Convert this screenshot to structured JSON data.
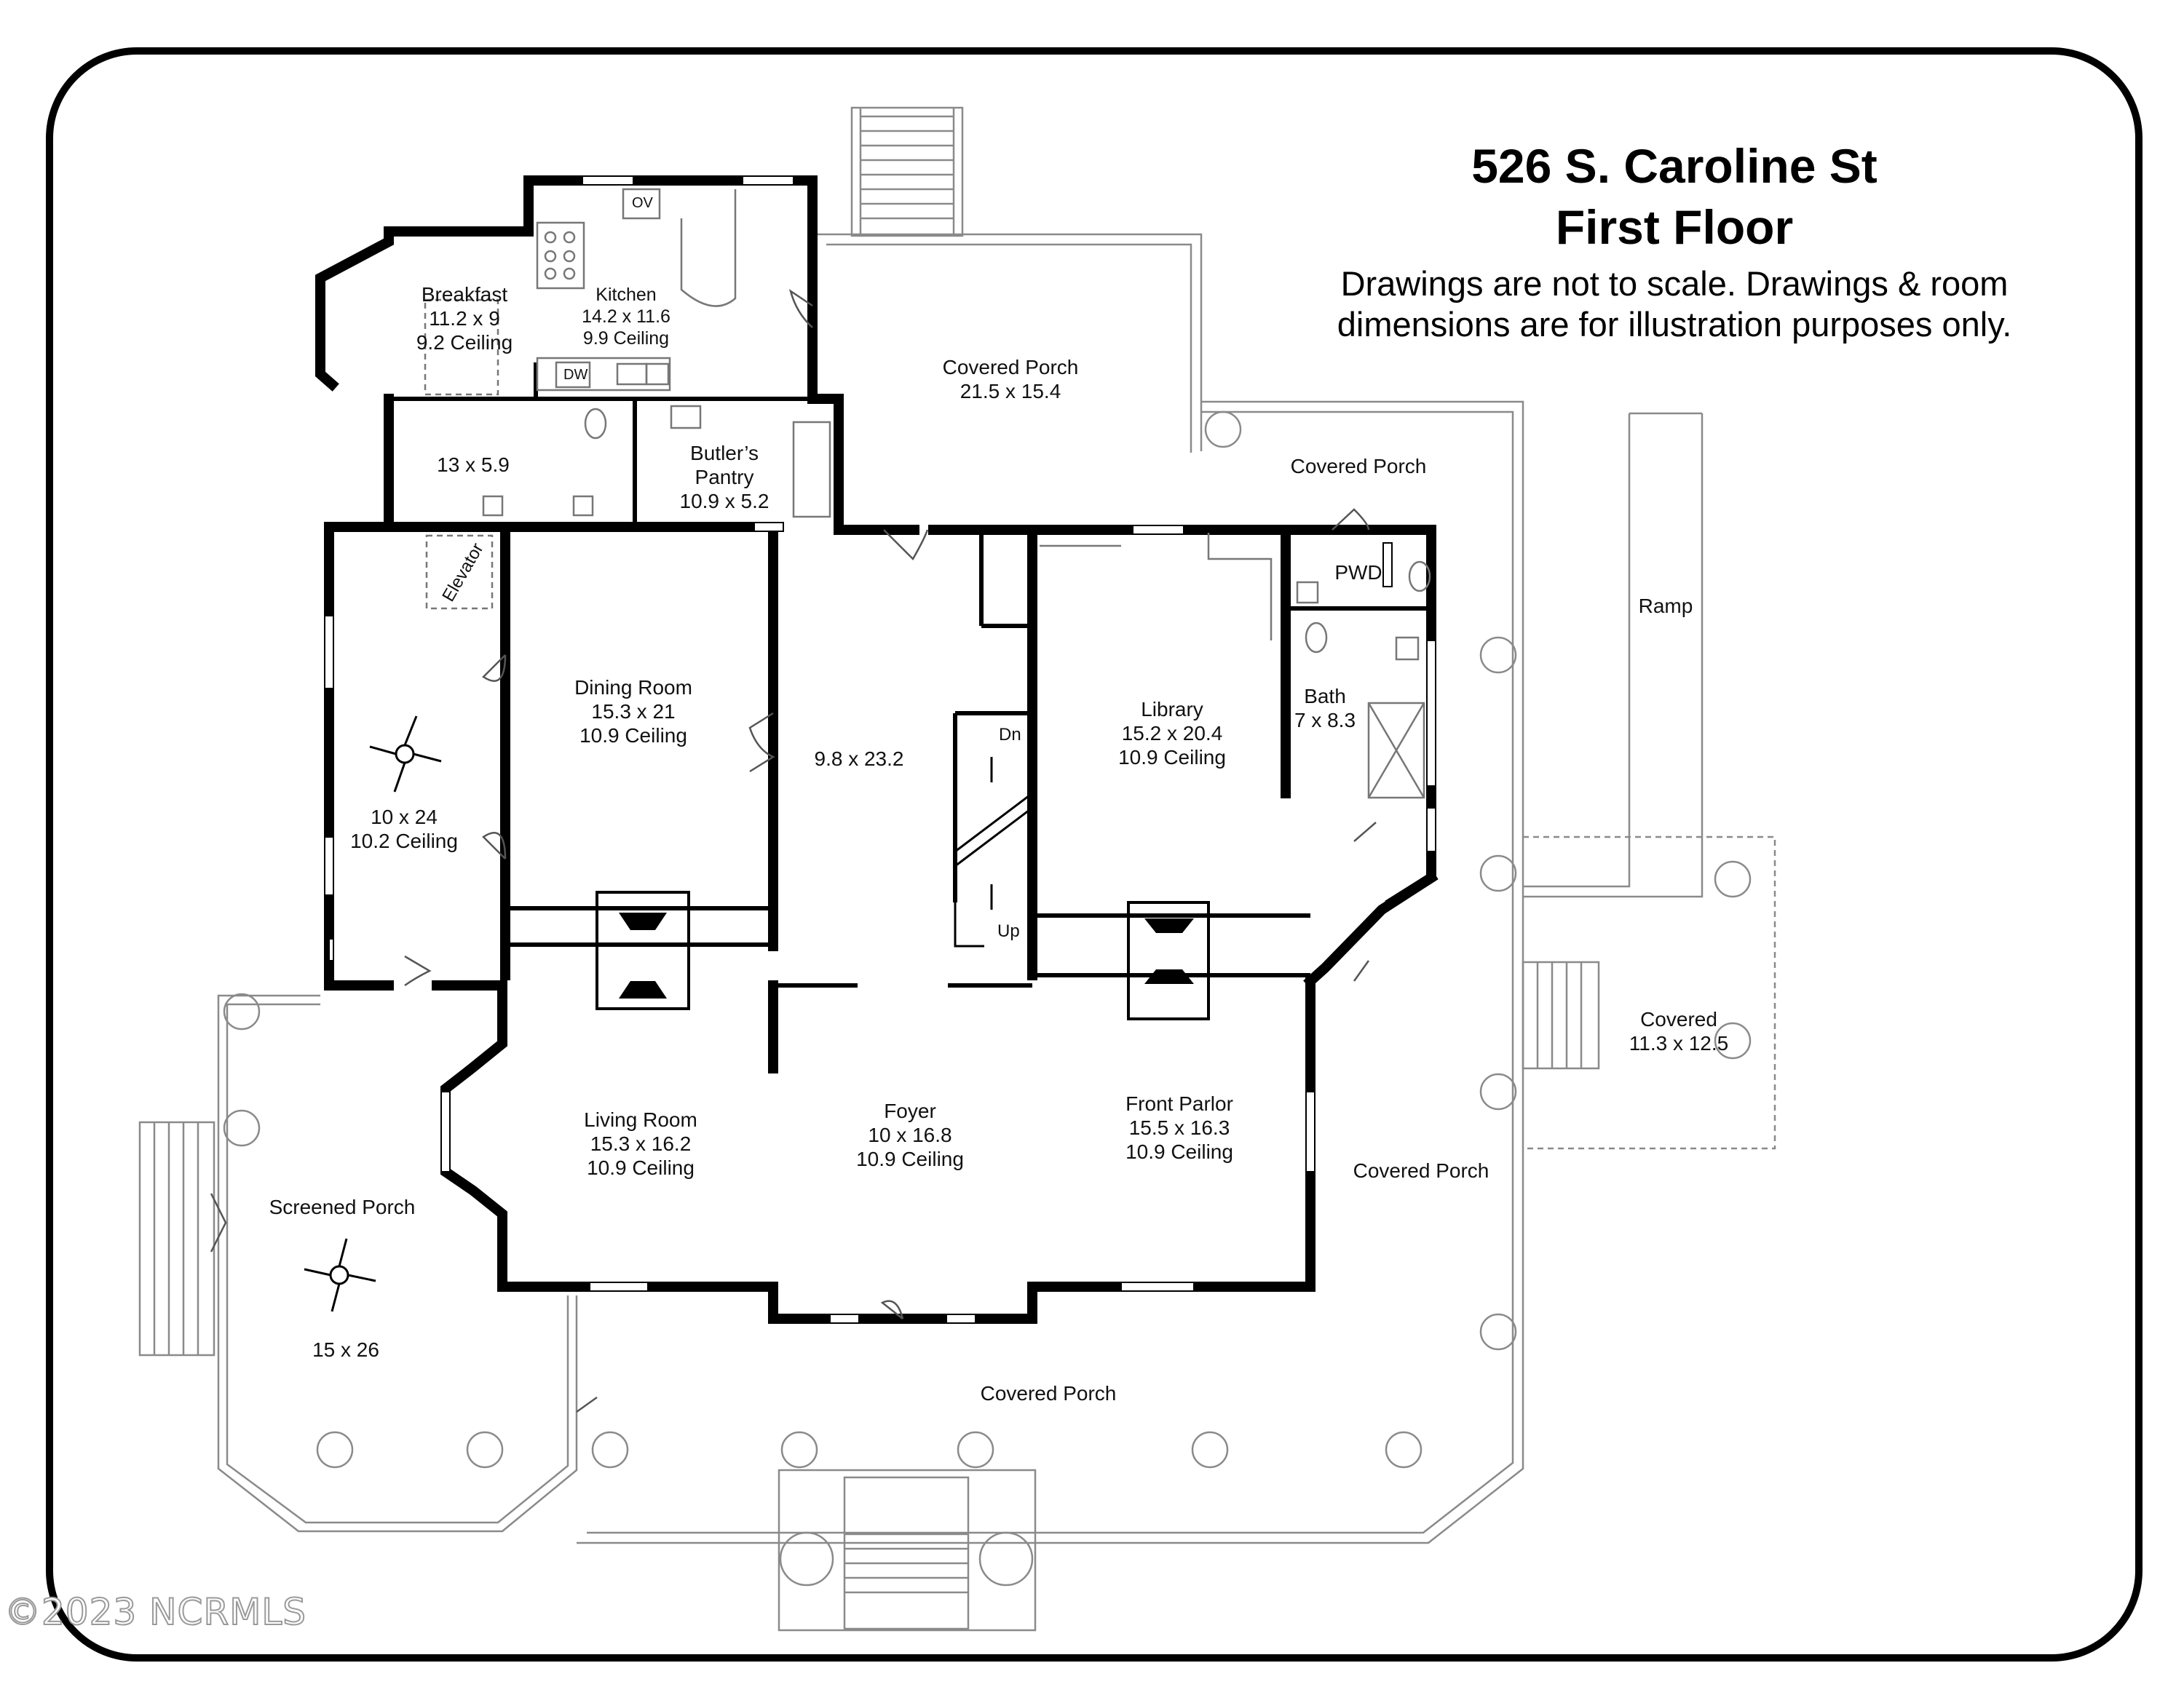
{
  "title": {
    "line1": "526 S. Caroline St",
    "line2": "First Floor",
    "disclaimer1": "Drawings are not to scale. Drawings & room",
    "disclaimer2": "dimensions are for illustration purposes only."
  },
  "rooms": {
    "breakfast": {
      "name": "Breakfast",
      "dims": "11.2 x 9",
      "ceiling": "9.2 Ceiling"
    },
    "kitchen": {
      "name": "Kitchen",
      "dims": "14.2 x 11.6",
      "ceiling": "9.9 Ceiling"
    },
    "covered_porch_top": {
      "name": "Covered Porch",
      "dims": "21.5 x 15.4"
    },
    "covered_porch_right": {
      "name": "Covered Porch"
    },
    "laundry": {
      "dims": "13 x 5.9"
    },
    "butlers_pantry": {
      "name1": "Butler’s",
      "name2": "Pantry",
      "dims": "10.9 x 5.2"
    },
    "pwd": {
      "name": "PWD"
    },
    "ramp": {
      "name": "Ramp"
    },
    "elevator": {
      "name": "Elevator"
    },
    "dining": {
      "name": "Dining Room",
      "dims": "15.3 x 21",
      "ceiling": "10.9 Ceiling"
    },
    "hall": {
      "dims": "9.8 x 23.2"
    },
    "library": {
      "name": "Library",
      "dims": "15.2 x 20.4",
      "ceiling": "10.9 Ceiling"
    },
    "bath": {
      "name": "Bath",
      "dims": "7 x 8.3"
    },
    "sunroom": {
      "dims": "10 x 24",
      "ceiling": "10.2 Ceiling"
    },
    "covered_right_small": {
      "name": "Covered",
      "dims": "11.3 x 12.5"
    },
    "living": {
      "name": "Living Room",
      "dims": "15.3 x 16.2",
      "ceiling": "10.9 Ceiling"
    },
    "foyer": {
      "name": "Foyer",
      "dims": "10 x 16.8",
      "ceiling": "10.9 Ceiling"
    },
    "front_parlor": {
      "name": "Front Parlor",
      "dims": "15.5 x 16.3",
      "ceiling": "10.9 Ceiling"
    },
    "covered_porch_front_right": {
      "name": "Covered Porch"
    },
    "screened_porch": {
      "name": "Screened Porch",
      "dims": "15 x 26"
    },
    "covered_porch_bottom": {
      "name": "Covered Porch"
    }
  },
  "marks": {
    "oven": "OV",
    "dishwasher": "DW",
    "stairs_down": "Dn",
    "stairs_up": "Up"
  },
  "watermark": "©2023 NCRMLS"
}
